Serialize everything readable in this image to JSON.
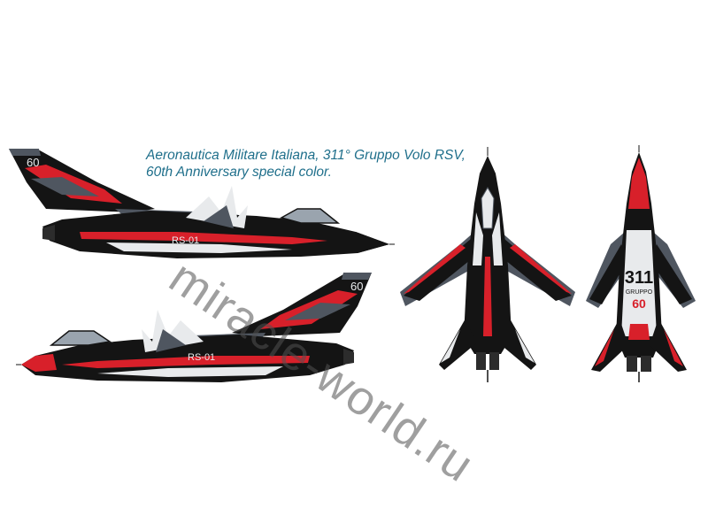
{
  "caption": {
    "line1": "Aeronautica Militare Italiana, 311° Gruppo Volo RSV,",
    "line2": "60th Anniversary special color."
  },
  "watermark": "miracle-world.ru",
  "aircraft": {
    "anniversary_number": "60",
    "serial_code": "RS-01",
    "unit_number": "311",
    "unit_label": "GRUPPO",
    "unit_years": "60"
  },
  "colors": {
    "black": "#141414",
    "red": "#d8202a",
    "grey": "#4f5660",
    "light": "#e8eaec",
    "caption": "#1f6f8b"
  }
}
